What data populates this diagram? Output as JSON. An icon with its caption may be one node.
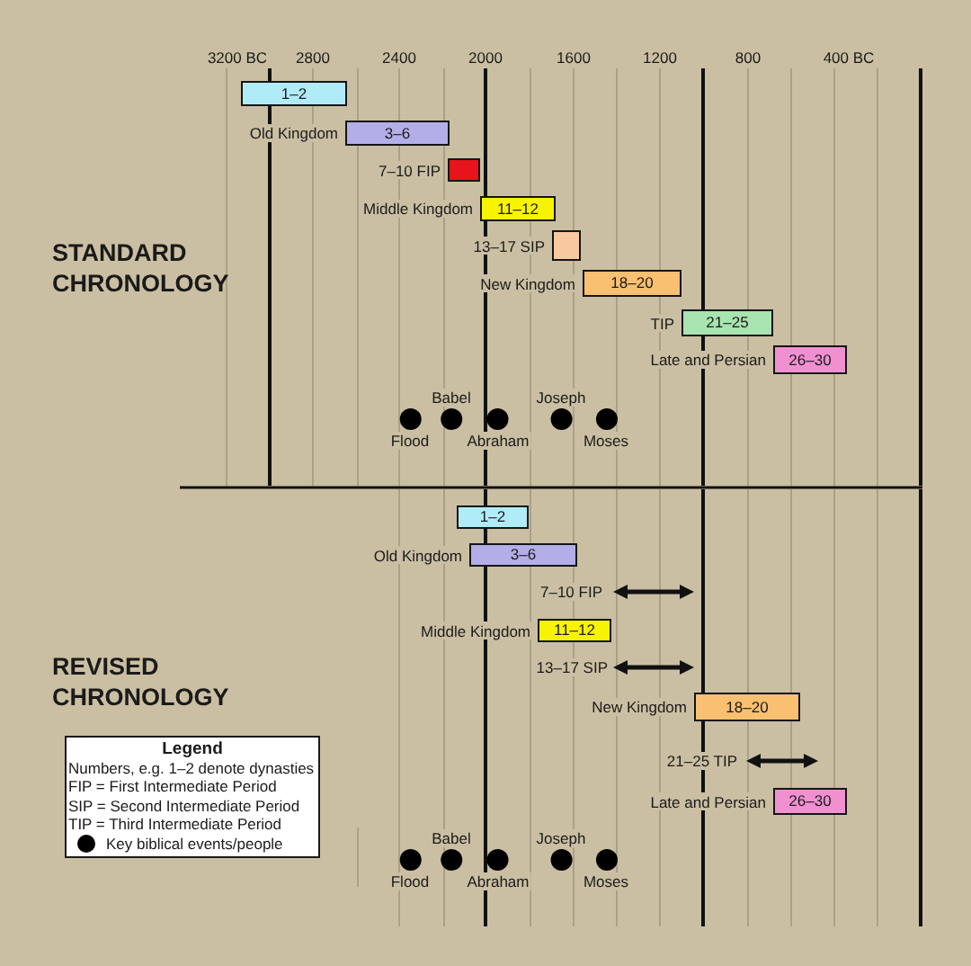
{
  "diagram": {
    "nodes": [
      {
        "text": [
          "1–2"
        ]
      },
      {
        "text": [
          "3–6"
        ],
        "beside": [
          "Old Kingdom"
        ]
      },
      {
        "text": [],
        "shape": "bar",
        "beside": [
          "7–10 FIP"
        ]
      },
      {
        "text": [
          "11–12"
        ],
        "beside": [
          "Middle Kingdom"
        ]
      },
      {
        "text": [],
        "shape": "bar",
        "beside": [
          "13–17 SIP"
        ]
      },
      {
        "text": [
          "18–20"
        ],
        "beside": [
          "New Kingdom"
        ]
      },
      {
        "text": [
          "21–25"
        ],
        "beside": [
          "TIP"
        ]
      },
      {
        "text": [
          "26–30"
        ],
        "beside": [
          "Late and Persian"
        ]
      },
      {
        "text": [],
        "shape": "circle",
        "beside": [
          "Flood"
        ]
      },
      {
        "text": [],
        "shape": "circle",
        "beside": [
          "Babel"
        ]
      },
      {
        "text": [],
        "shape": "circle",
        "beside": [
          "Abraham"
        ]
      },
      {
        "text": [],
        "shape": "circle",
        "beside": [
          "Joseph"
        ]
      },
      {
        "text": [],
        "shape": "circle",
        "beside": [
          "Moses"
        ]
      },
      {
        "text": [
          "1–2"
        ]
      },
      {
        "text": [
          "3–6"
        ],
        "beside": [
          "Old Kingdom"
        ]
      },
      {
        "text": [
          "11–12"
        ],
        "beside": [
          "Middle Kingdom"
        ]
      },
      {
        "text": [
          "18–20"
        ],
        "beside": [
          "New Kingdom"
        ]
      },
      {
        "text": [
          "26–30"
        ],
        "beside": [
          "Late and Persian"
        ]
      },
      {
        "text": [],
        "shape": "circle",
        "beside": [
          "Flood"
        ]
      },
      {
        "text": [],
        "shape": "circle",
        "beside": [
          "Babel"
        ]
      },
      {
        "text": [],
        "shape": "circle",
        "beside": [
          "Abraham"
        ]
      },
      {
        "text": [],
        "shape": "circle",
        "beside": [
          "Joseph"
        ]
      },
      {
        "text": [],
        "shape": "circle",
        "beside": [
          "Moses"
        ]
      }
    ],
    "labels": [
      "3200 BC",
      "2800",
      "2400",
      "2000",
      "1600",
      "1200",
      "800",
      "400 BC",
      "STANDARD CHRONOLOGY",
      "7–10 FIP",
      "13–17 SIP",
      "REVISED CHRONOLOGY",
      "Legend",
      "21–25 TIP"
    ],
    "legend": [
      {
        "text": "Numbers, e.g. 1–2 denote dynasties"
      },
      {
        "text": "FIP = First Intermediate Period"
      },
      {
        "text": "SIP = Second Intermediate Period"
      },
      {
        "text": "TIP = Third Intermediate Period"
      },
      {
        "text": "Key biblical events/people"
      }
    ]
  }
}
